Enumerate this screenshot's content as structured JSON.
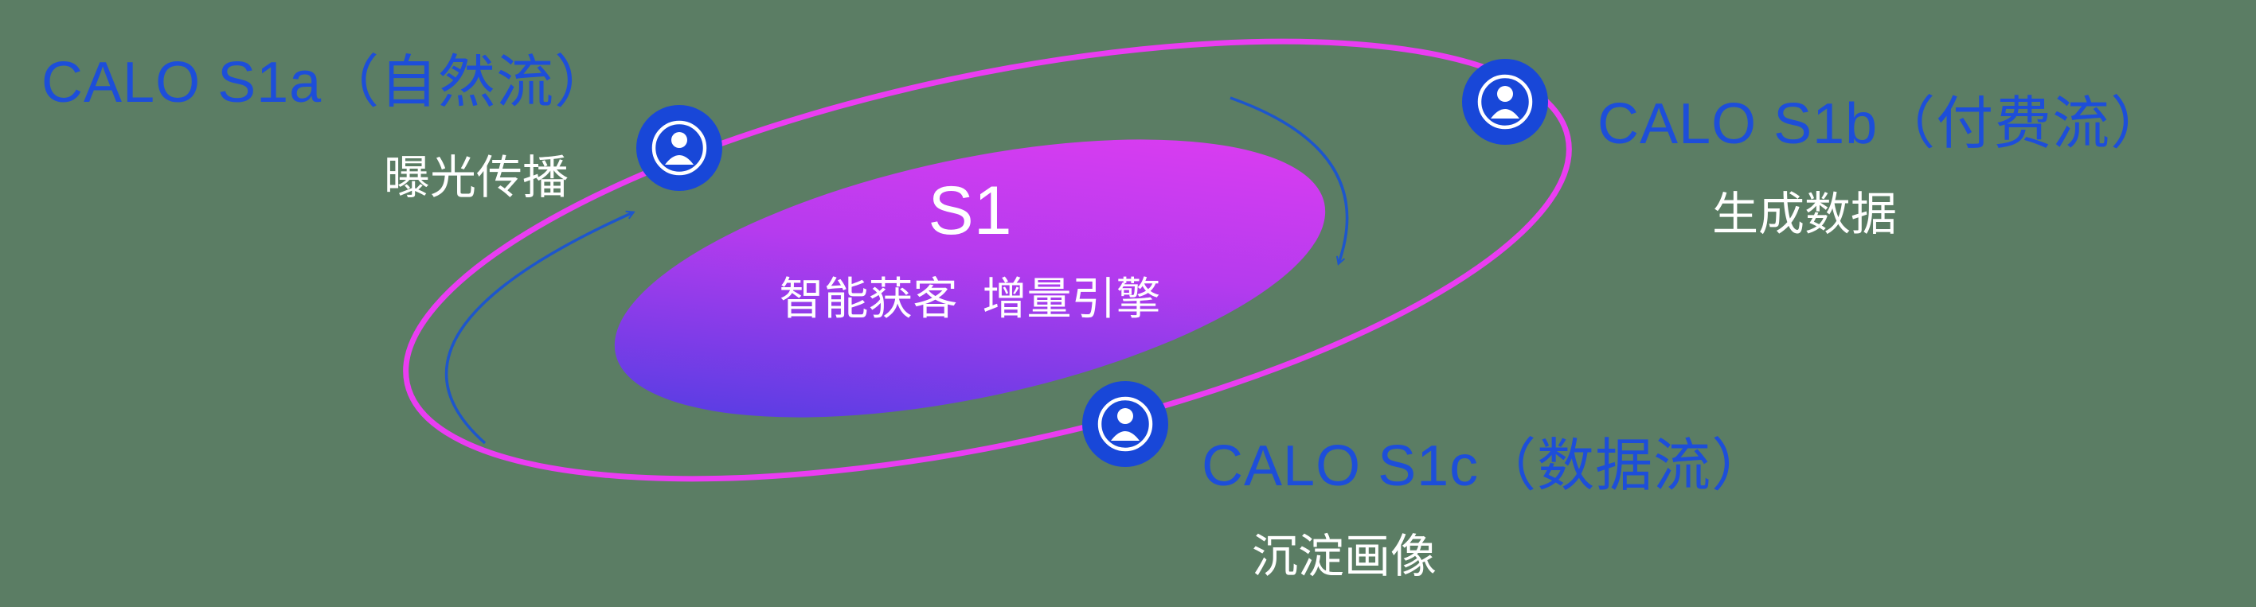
{
  "diagram": {
    "background_color": "#5b7d64",
    "colors": {
      "title_blue": "#1d4ed9",
      "label_white": "#ffffff",
      "orbit_ring_magenta": "#ea3df2",
      "node_blue": "#1847d8",
      "arrow_blue": "#1d56cc",
      "center_gradient_start": "#3d3ee0",
      "center_gradient_mid": "#b53bee",
      "center_gradient_end": "#e83df2"
    },
    "center": {
      "title": "S1",
      "subtitle": "智能获客  增量引擎"
    },
    "nodes": [
      {
        "id": "s1a",
        "title": "CALO S1a（自然流）",
        "label": "曝光传播",
        "icon": "user-icon"
      },
      {
        "id": "s1b",
        "title": "CALO S1b（付费流）",
        "label": "生成数据",
        "icon": "user-icon"
      },
      {
        "id": "s1c",
        "title": "CALO S1c（数据流）",
        "label": "沉淀画像",
        "icon": "user-icon"
      }
    ],
    "arrows": [
      {
        "id": "left-arrow",
        "direction": "counterclockwise-up"
      },
      {
        "id": "right-arrow",
        "direction": "clockwise-down"
      }
    ]
  }
}
